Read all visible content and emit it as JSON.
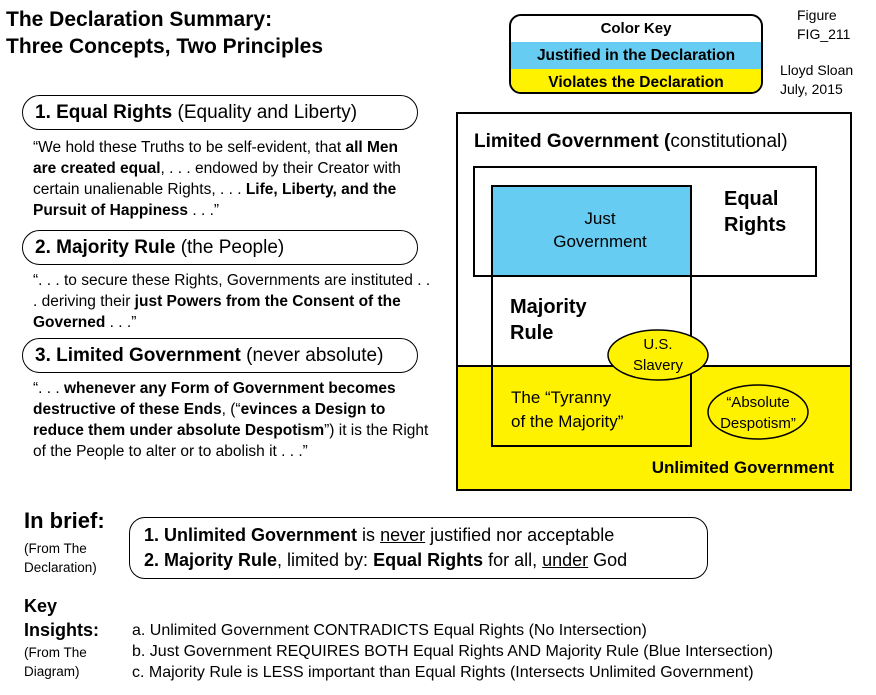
{
  "header": {
    "title_line1": "The Declaration Summary:",
    "title_line2": "Three Concepts, Two Principles"
  },
  "color_key": {
    "title": "Color Key",
    "blue_label": "Justified in the Declaration",
    "yellow_label": "Violates the Declaration",
    "blue_color": "#66ccf2",
    "yellow_color": "#fff200"
  },
  "figure_meta": {
    "figure_label": "Figure",
    "figure_id": "FIG_211",
    "author": "Lloyd Sloan",
    "date": "July, 2015"
  },
  "concepts": [
    {
      "heading_bold": "1. Equal Rights",
      "heading_normal": " (Equality and Liberty)",
      "quote": [
        {
          "t": "“We hold these Truths to be self-evident, that ",
          "b": false
        },
        {
          "t": "all Men are created equal",
          "b": true
        },
        {
          "t": ", . . . endowed by their Creator with certain unalienable Rights, . . . ",
          "b": false
        },
        {
          "t": "Life, Liberty, and the Pursuit of Happiness",
          "b": true
        },
        {
          "t": " . . .”",
          "b": false
        }
      ]
    },
    {
      "heading_bold": "2. Majority Rule",
      "heading_normal": " (the People)",
      "quote": [
        {
          "t": "“. . . to secure these Rights, Governments are instituted . . . deriving their ",
          "b": false
        },
        {
          "t": "just Powers from the Consent of the Governed",
          "b": true
        },
        {
          "t": " . . .”",
          "b": false
        }
      ]
    },
    {
      "heading_bold": "3. Limited Government",
      "heading_normal": " (never absolute)",
      "quote": [
        {
          "t": "“. . . ",
          "b": false
        },
        {
          "t": "whenever any Form of Government becomes destructive of these Ends",
          "b": true
        },
        {
          "t": ", (“",
          "b": false
        },
        {
          "t": "evinces a Design to reduce them under absolute Despotism",
          "b": true
        },
        {
          "t": "”) it is the Right of the People to alter or to abolish it . . .”",
          "b": false
        }
      ]
    }
  ],
  "diagram": {
    "limited_bold": "Limited Government (",
    "limited_normal": "constitutional)",
    "equal_rights_line1": "Equal",
    "equal_rights_line2": "Rights",
    "just_government_line1": "Just",
    "just_government_line2": "Government",
    "majority_rule_line1": "Majority",
    "majority_rule_line2": "Rule",
    "us_slavery_line1": "U.S.",
    "us_slavery_line2": "Slavery",
    "tyranny_line1": "The “Tyranny",
    "tyranny_line2": "of the Majority”",
    "despotism_line1": "“Absolute",
    "despotism_line2": "Despotism”",
    "unlimited_government": "Unlimited Government"
  },
  "brief": {
    "heading": "In brief:",
    "source_line1": "(From The",
    "source_line2": "Declaration)",
    "line1": [
      {
        "t": "1. Unlimited Government",
        "s": "b"
      },
      {
        "t": " is ",
        "s": ""
      },
      {
        "t": "never",
        "s": "u"
      },
      {
        "t": " justified nor acceptable",
        "s": ""
      }
    ],
    "line2": [
      {
        "t": "2. Majority Rule",
        "s": "b"
      },
      {
        "t": ", limited by: ",
        "s": ""
      },
      {
        "t": "Equal Rights",
        "s": "b"
      },
      {
        "t": " for all, ",
        "s": ""
      },
      {
        "t": "under",
        "s": "u"
      },
      {
        "t": " God",
        "s": ""
      }
    ]
  },
  "key_insights": {
    "heading_line1": "Key",
    "heading_line2": "Insights:",
    "source_line1": "(From The",
    "source_line2": "Diagram)",
    "items": [
      "a. Unlimited Government CONTRADICTS Equal Rights (No Intersection)",
      "b. Just Government REQUIRES BOTH Equal Rights AND Majority Rule (Blue Intersection)",
      "c. Majority Rule is LESS important than Equal Rights (Intersects Unlimited Government)"
    ]
  }
}
